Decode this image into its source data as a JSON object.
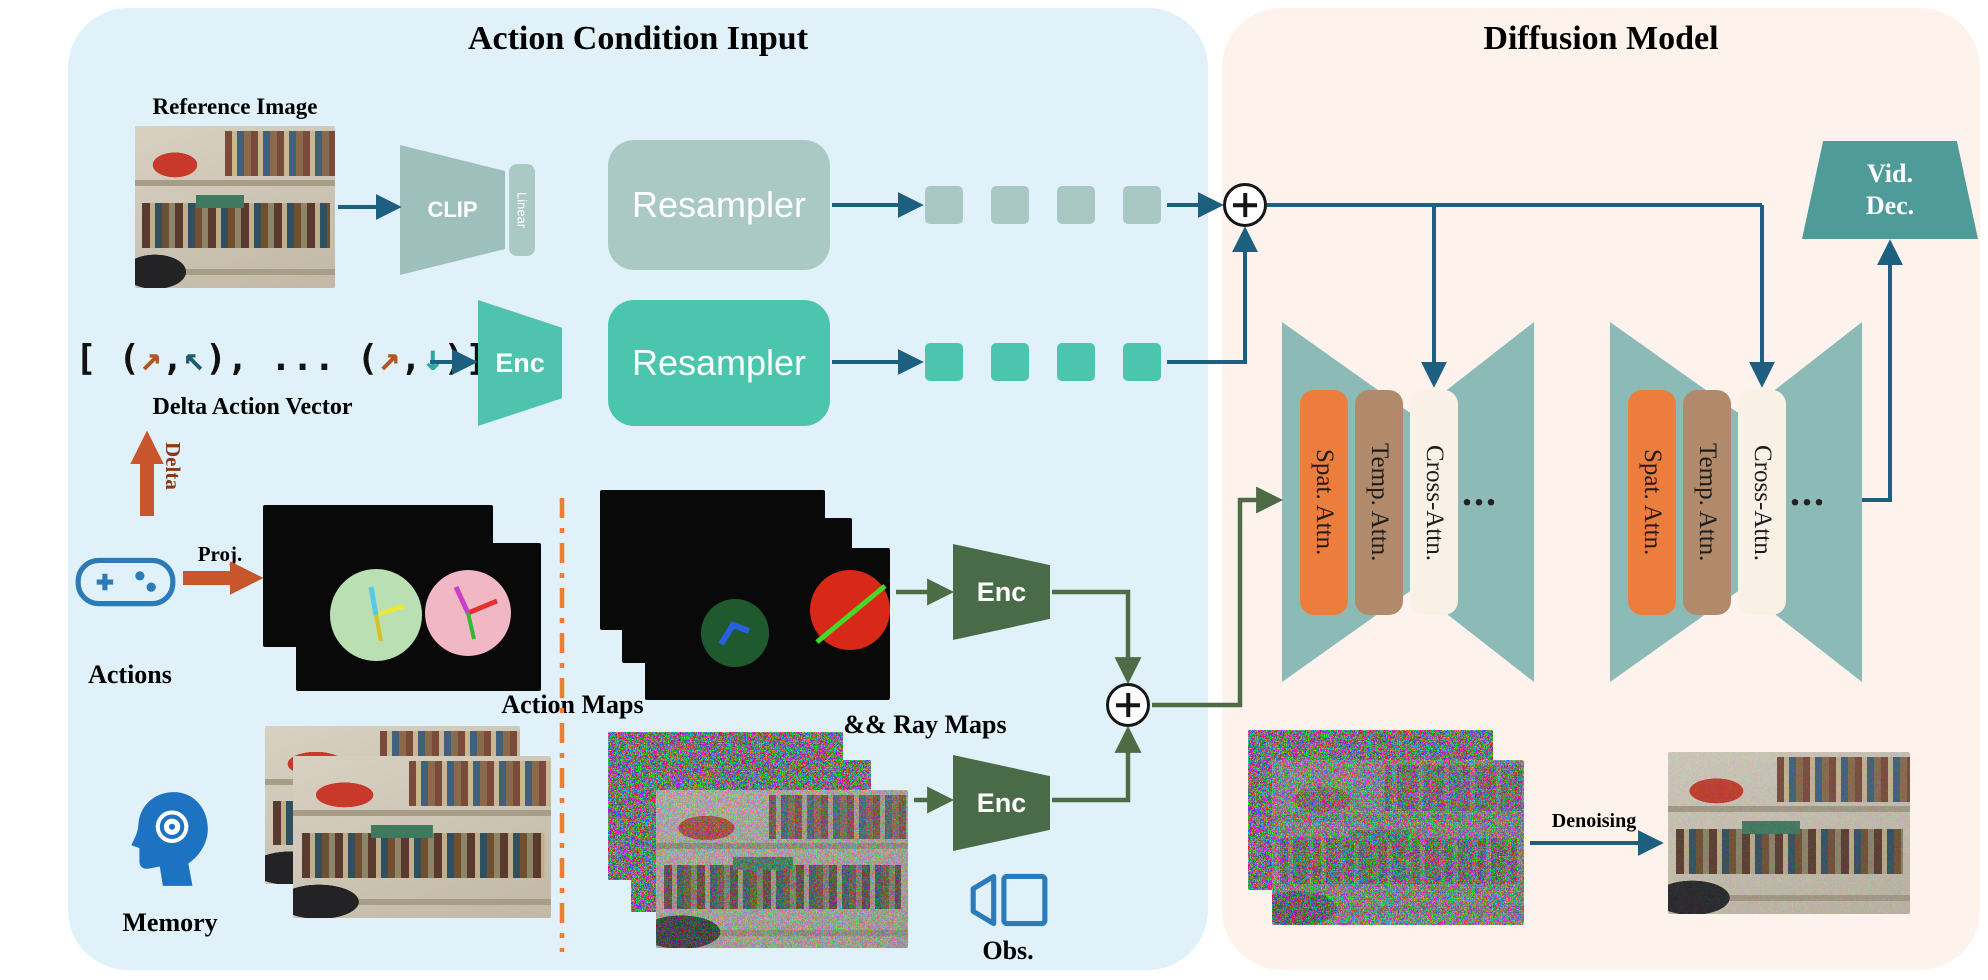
{
  "figure": {
    "left_panel_title": "Action Condition Input",
    "right_panel_title": "Diffusion Model"
  },
  "left": {
    "reference_image_label": "Reference Image",
    "clip_label": "CLIP",
    "linear_label": "Linear",
    "resampler_image_label": "Resampler",
    "resampler_action_label": "Resampler",
    "enc_action_label": "Enc",
    "enc_maps_label": "Enc",
    "enc_obs_label": "Enc",
    "delta_vector": {
      "open": "[ (",
      "arrow1": "↗",
      "comma1": ",",
      "arrow2": "↖",
      "mid": "), ... (",
      "arrow3": "↗",
      "comma2": ",",
      "arrow4": "↓",
      "close": ")]"
    },
    "delta_vector_label": "Delta Action Vector",
    "delta_arrow_label": "Delta",
    "proj_arrow_label": "Proj.",
    "actions_label": "Actions",
    "action_maps_label": "Action Maps",
    "ray_maps_label": "&& Ray Maps",
    "memory_label": "Memory",
    "obs_label": "Obs."
  },
  "right": {
    "unets": [
      {
        "bars": [
          "Spat. Attn.",
          "Temp. Attn.",
          "Cross-Attn."
        ],
        "ellipsis": "..."
      },
      {
        "bars": [
          "Spat. Attn.",
          "Temp. Attn.",
          "Cross-Attn."
        ],
        "ellipsis": "..."
      }
    ],
    "vid_dec": {
      "line1": "Vid.",
      "line2": "Dec."
    },
    "denoising_label": "Denoising"
  },
  "icons": {
    "gamepad": "gamepad-icon",
    "memory_head": "memory-head-icon",
    "camera": "camera-icon",
    "sum_node": "plus-circle-icon"
  },
  "colors": {
    "left_panel_bg": "#e0f1f9",
    "right_panel_bg": "#fdf3ec",
    "arrow_blue": "#1c5f7e",
    "arrow_green": "#4d6c46",
    "arrow_orange": "#c8552b",
    "separator_orange": "#ef7d33",
    "teal": "#4cc5af",
    "gray_teal": "#a9c8c3",
    "dark_green": "#4a6b48",
    "unet_fill": "#8cbab7",
    "spat_attn": "#ec7d3c",
    "temp_attn": "#b08a6a",
    "cross_attn": "#faf1e6",
    "vid_dec_fill": "#4f9b99"
  }
}
